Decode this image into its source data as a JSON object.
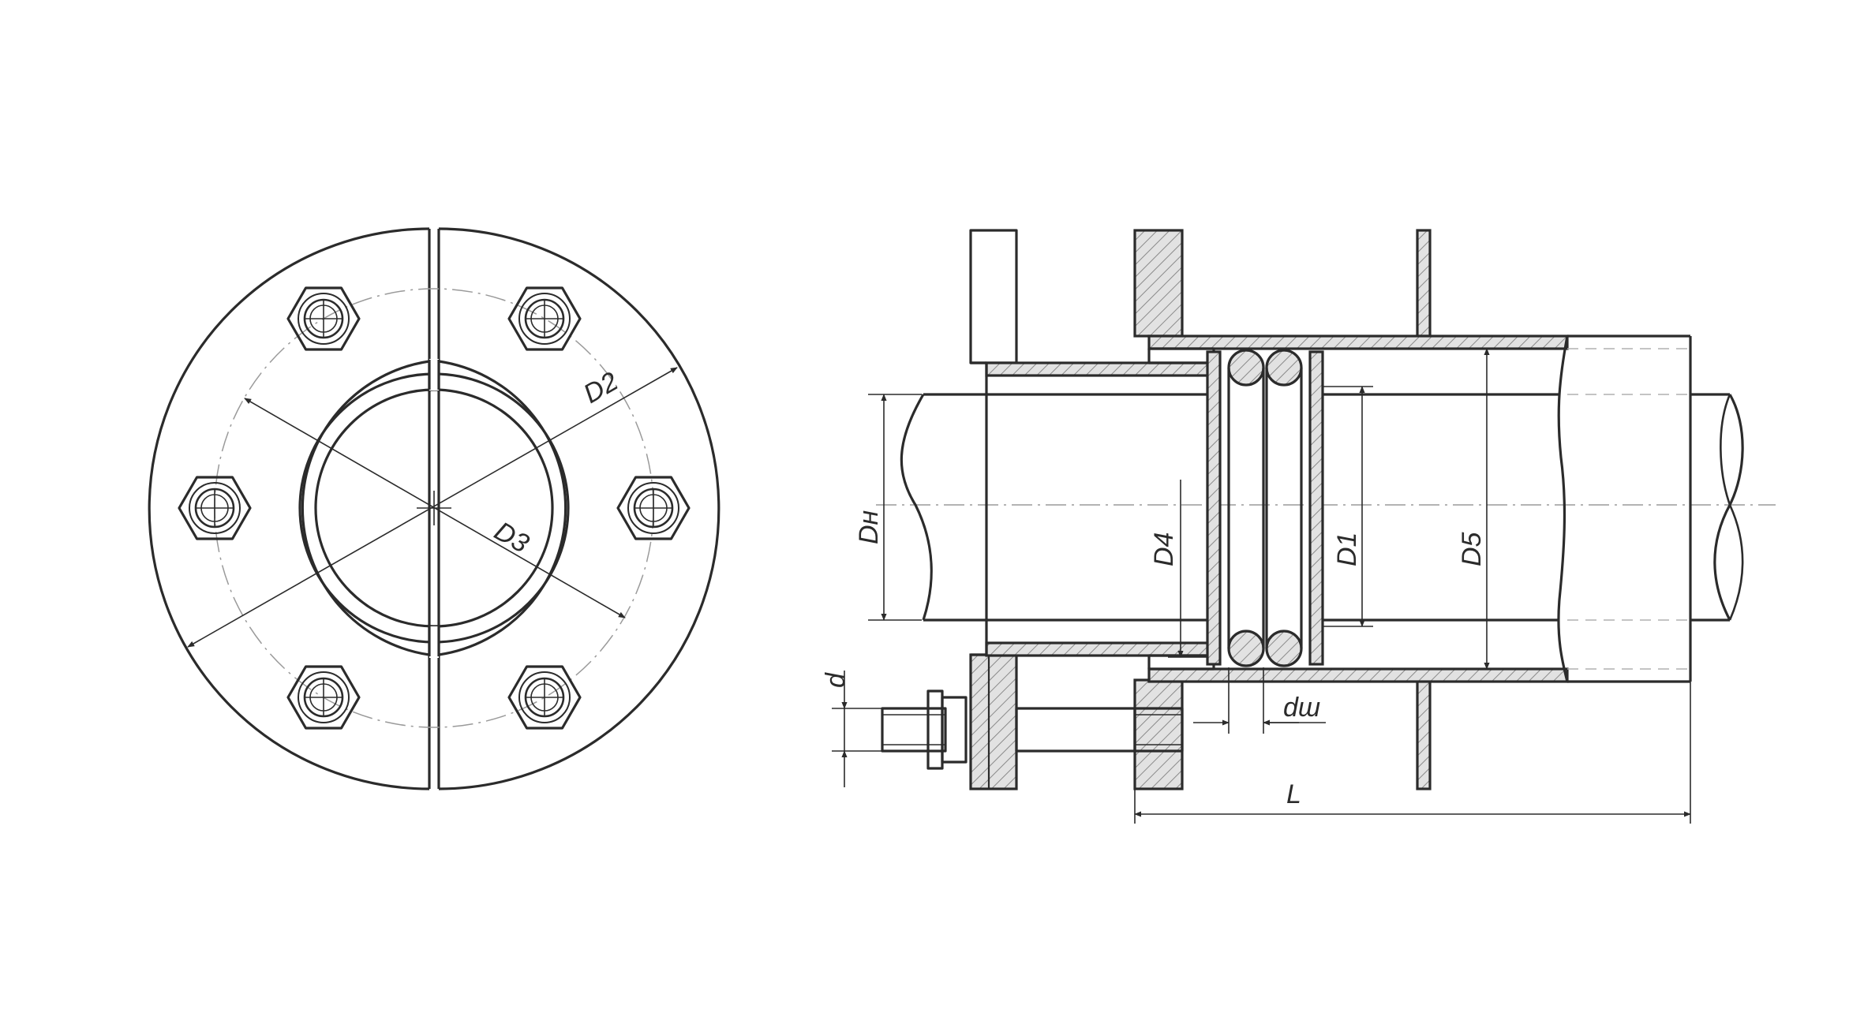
{
  "labels": {
    "d2": "D2",
    "d3": "D3",
    "dh": "Dн",
    "d4": "D4",
    "d1": "D1",
    "d5": "D5",
    "d": "d",
    "dsh": "dш",
    "l": "L"
  }
}
